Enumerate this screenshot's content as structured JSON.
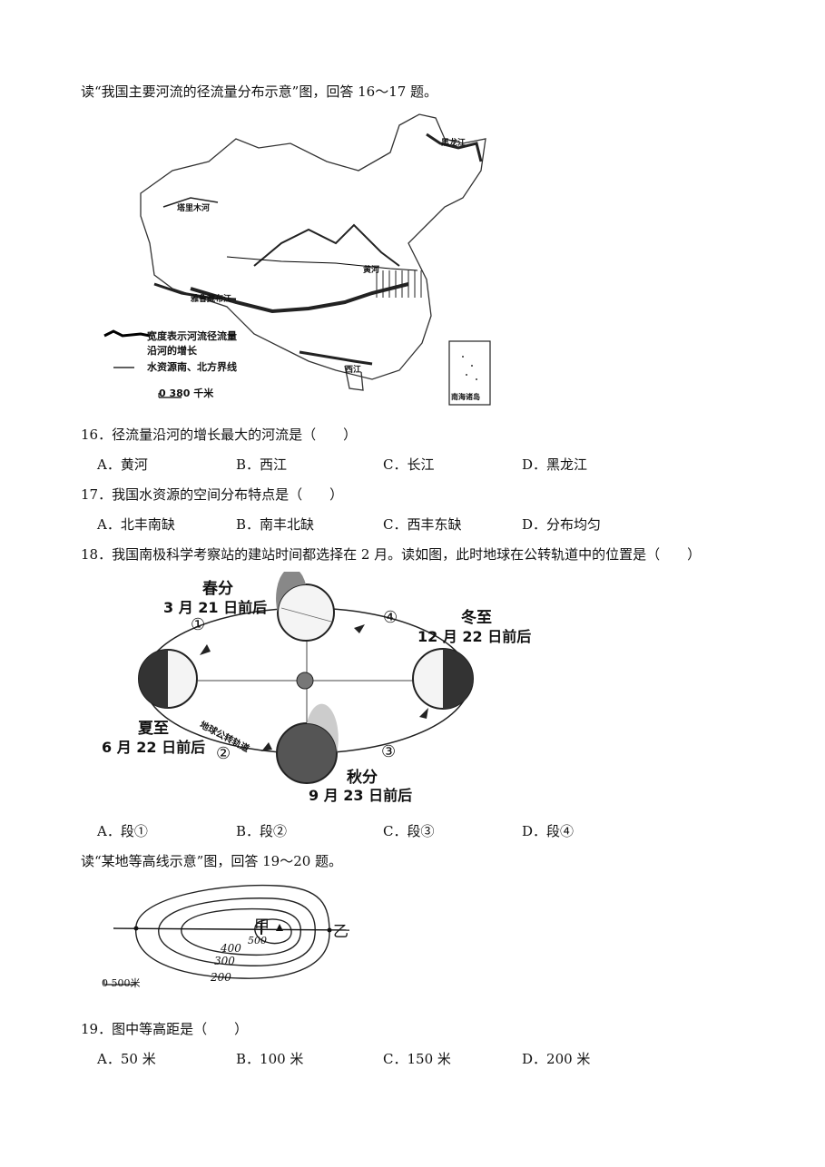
{
  "intro1": "读“我国主要河流的径流量分布示意”图，回答 16～17 题。",
  "map": {
    "legend_width": "宽度表示河流径流量",
    "legend_width2": "沿河的增长",
    "legend_line": "水资源南、北方界线",
    "scale": "0  380 千米",
    "inset": "南海诸岛",
    "rivers": {
      "heilongjiang": "黑龙江",
      "tarim": "塔里木河",
      "huanghe": "黄河",
      "yarlung": "雅鲁藏布江",
      "xijiang": "西江"
    }
  },
  "q16": {
    "stem": "16．径流量沿河的增长最大的河流是（　　）",
    "A": "A．黄河",
    "B": "B．西江",
    "C": "C．长江",
    "D": "D．黑龙江"
  },
  "q17": {
    "stem": "17．我国水资源的空间分布特点是（　　）",
    "A": "A．北丰南缺",
    "B": "B．南丰北缺",
    "C": "C．西丰东缺",
    "D": "D．分布均匀"
  },
  "q18": {
    "stem": "18．我国南极科学考察站的建站时间都选择在 2 月。读如图，此时地球在公转轨道中的位置是（　　）",
    "A": "A．段①",
    "B": "B．段②",
    "C": "C．段③",
    "D": "D．段④"
  },
  "orbit": {
    "spring": "春分",
    "spring_date": "3 月 21 日前后",
    "winter": "冬至",
    "winter_date": "12 月 22 日前后",
    "summer": "夏至",
    "summer_date": "6 月 22 日前后",
    "autumn": "秋分",
    "autumn_date": "9 月 23 日前后",
    "orbit_label": "地球公转轨道",
    "seg1": "①",
    "seg2": "②",
    "seg3": "③",
    "seg4": "④"
  },
  "intro2": "读“某地等高线示意”图，回答 19～20 题。",
  "contour": {
    "jia": "甲",
    "yi": "乙",
    "c500": "500",
    "c400": "400",
    "c300": "300",
    "c200": "200",
    "scale": "0  500米"
  },
  "q19": {
    "stem": "19．图中等高距是（　　）",
    "A": "A．50 米",
    "B": "B．100 米",
    "C": "C．150 米",
    "D": "D．200 米"
  }
}
